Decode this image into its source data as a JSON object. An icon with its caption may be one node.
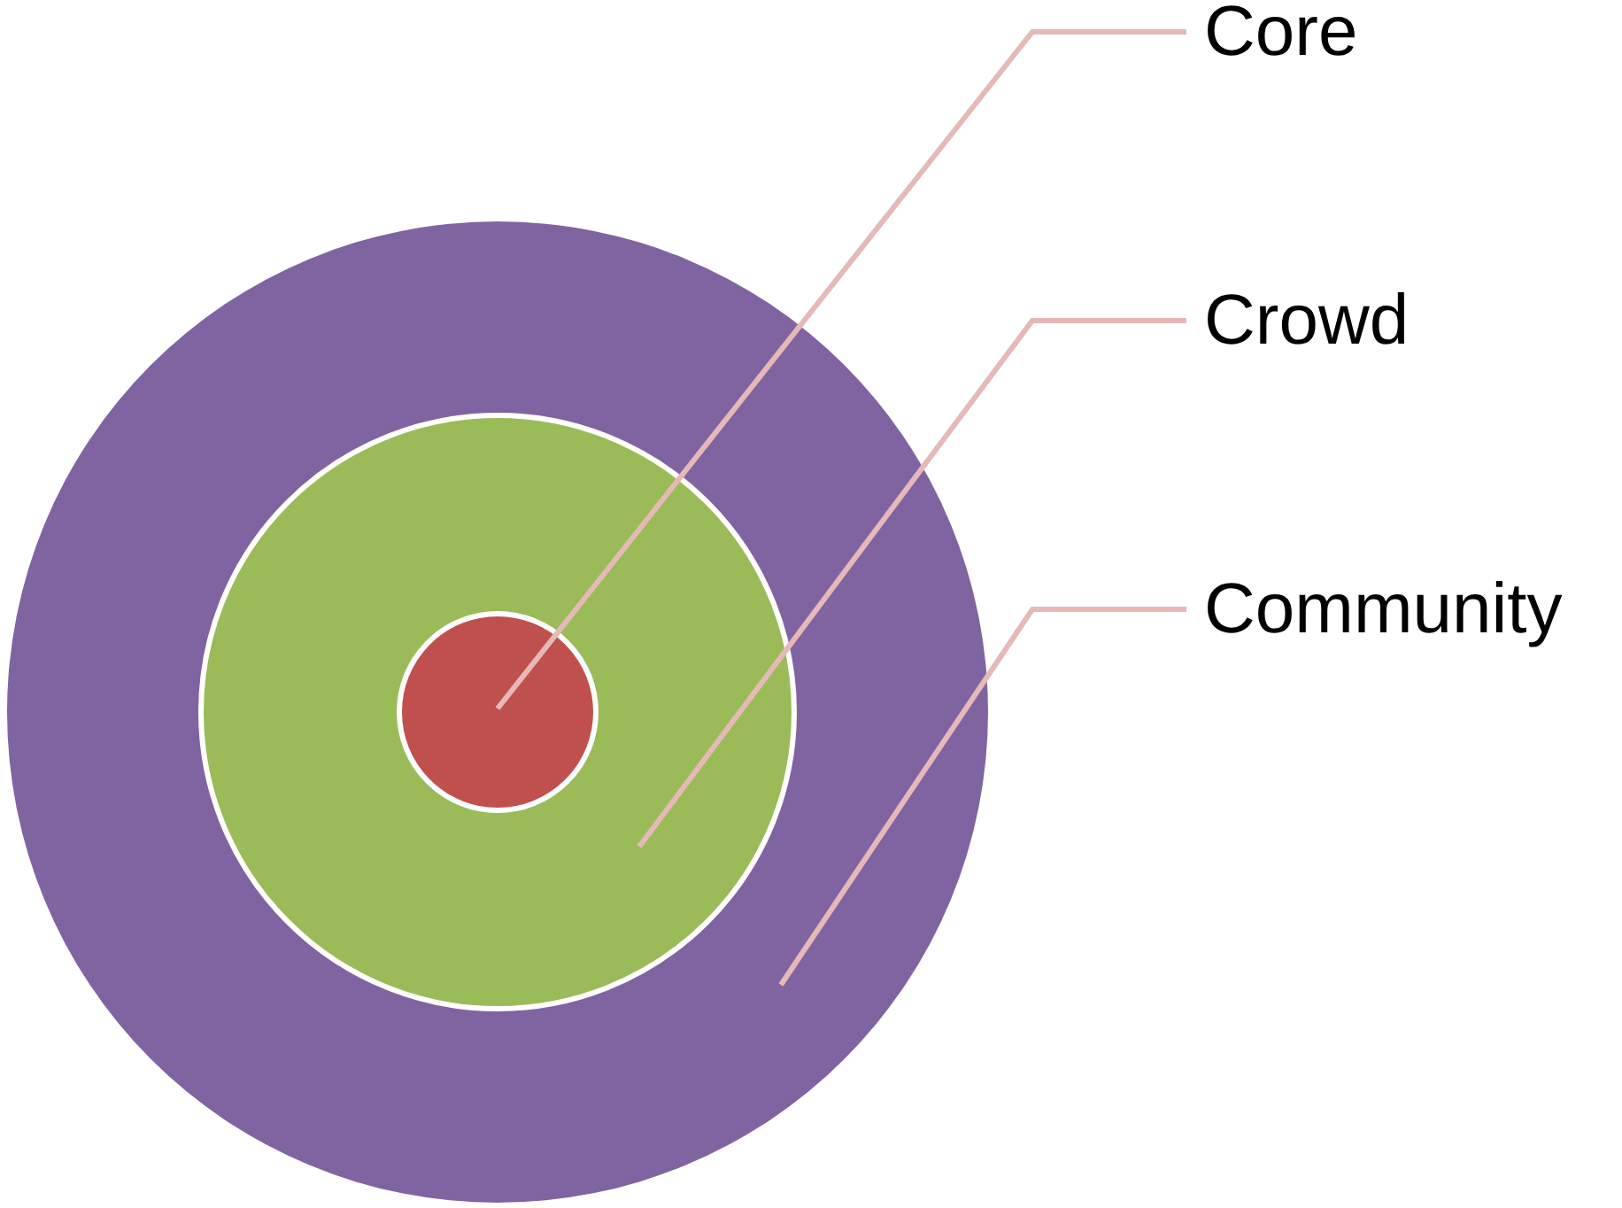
{
  "diagram": {
    "nodes": [
      {
        "text": [],
        "shape": "circle"
      },
      {
        "text": [],
        "shape": "circle",
        "in": 0
      },
      {
        "text": [],
        "shape": "circle",
        "in": 1
      },
      {
        "text": [
          "Core"
        ]
      },
      {
        "text": [
          "Crowd"
        ]
      },
      {
        "text": [
          "Community"
        ]
      }
    ],
    "edges": [
      {
        "from": 3,
        "to": 2,
        "arrow": "none"
      },
      {
        "from": 4,
        "to": 1,
        "arrow": "none"
      },
      {
        "from": 5,
        "to": 0,
        "arrow": "none"
      }
    ]
  }
}
